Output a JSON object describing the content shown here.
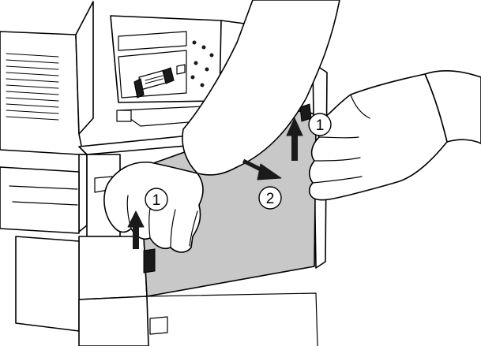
{
  "illustration": {
    "step_markers": [
      {
        "id": "left-hand-lift",
        "label": "1"
      },
      {
        "id": "right-hand-lift",
        "label": "1"
      },
      {
        "id": "pull-out",
        "label": "2"
      }
    ],
    "colors": {
      "line": "#000000",
      "paper": "#ffffff",
      "cover_panel": "#c8c8c8",
      "dark_parts": "#1a1a1a"
    }
  }
}
